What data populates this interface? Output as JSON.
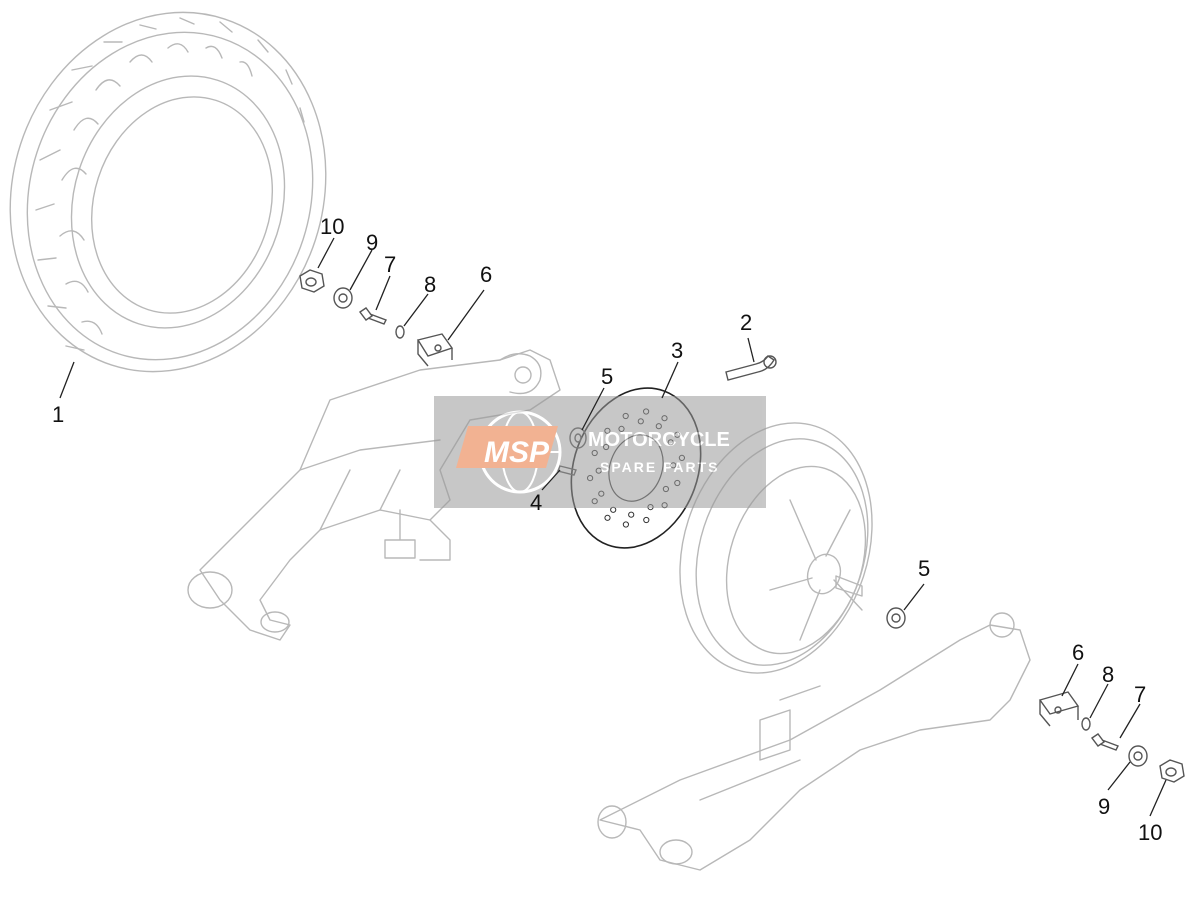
{
  "callouts": [
    {
      "id": "c1",
      "label": "1"
    },
    {
      "id": "c2",
      "label": "2"
    },
    {
      "id": "c3",
      "label": "3"
    },
    {
      "id": "c4",
      "label": "4"
    },
    {
      "id": "c5a",
      "label": "5"
    },
    {
      "id": "c5b",
      "label": "5"
    },
    {
      "id": "c6a",
      "label": "6"
    },
    {
      "id": "c6b",
      "label": "6"
    },
    {
      "id": "c7a",
      "label": "7"
    },
    {
      "id": "c7b",
      "label": "7"
    },
    {
      "id": "c8a",
      "label": "8"
    },
    {
      "id": "c8b",
      "label": "8"
    },
    {
      "id": "c9a",
      "label": "9"
    },
    {
      "id": "c9b",
      "label": "9"
    },
    {
      "id": "c10a",
      "label": "10"
    },
    {
      "id": "c10b",
      "label": "10"
    }
  ],
  "watermark": {
    "logo": "MSP",
    "line1": "MOTORCYCLE",
    "line2": "SPARE PARTS",
    "accent_color": "#e8743a",
    "panel_color": "#9a9a9a"
  }
}
